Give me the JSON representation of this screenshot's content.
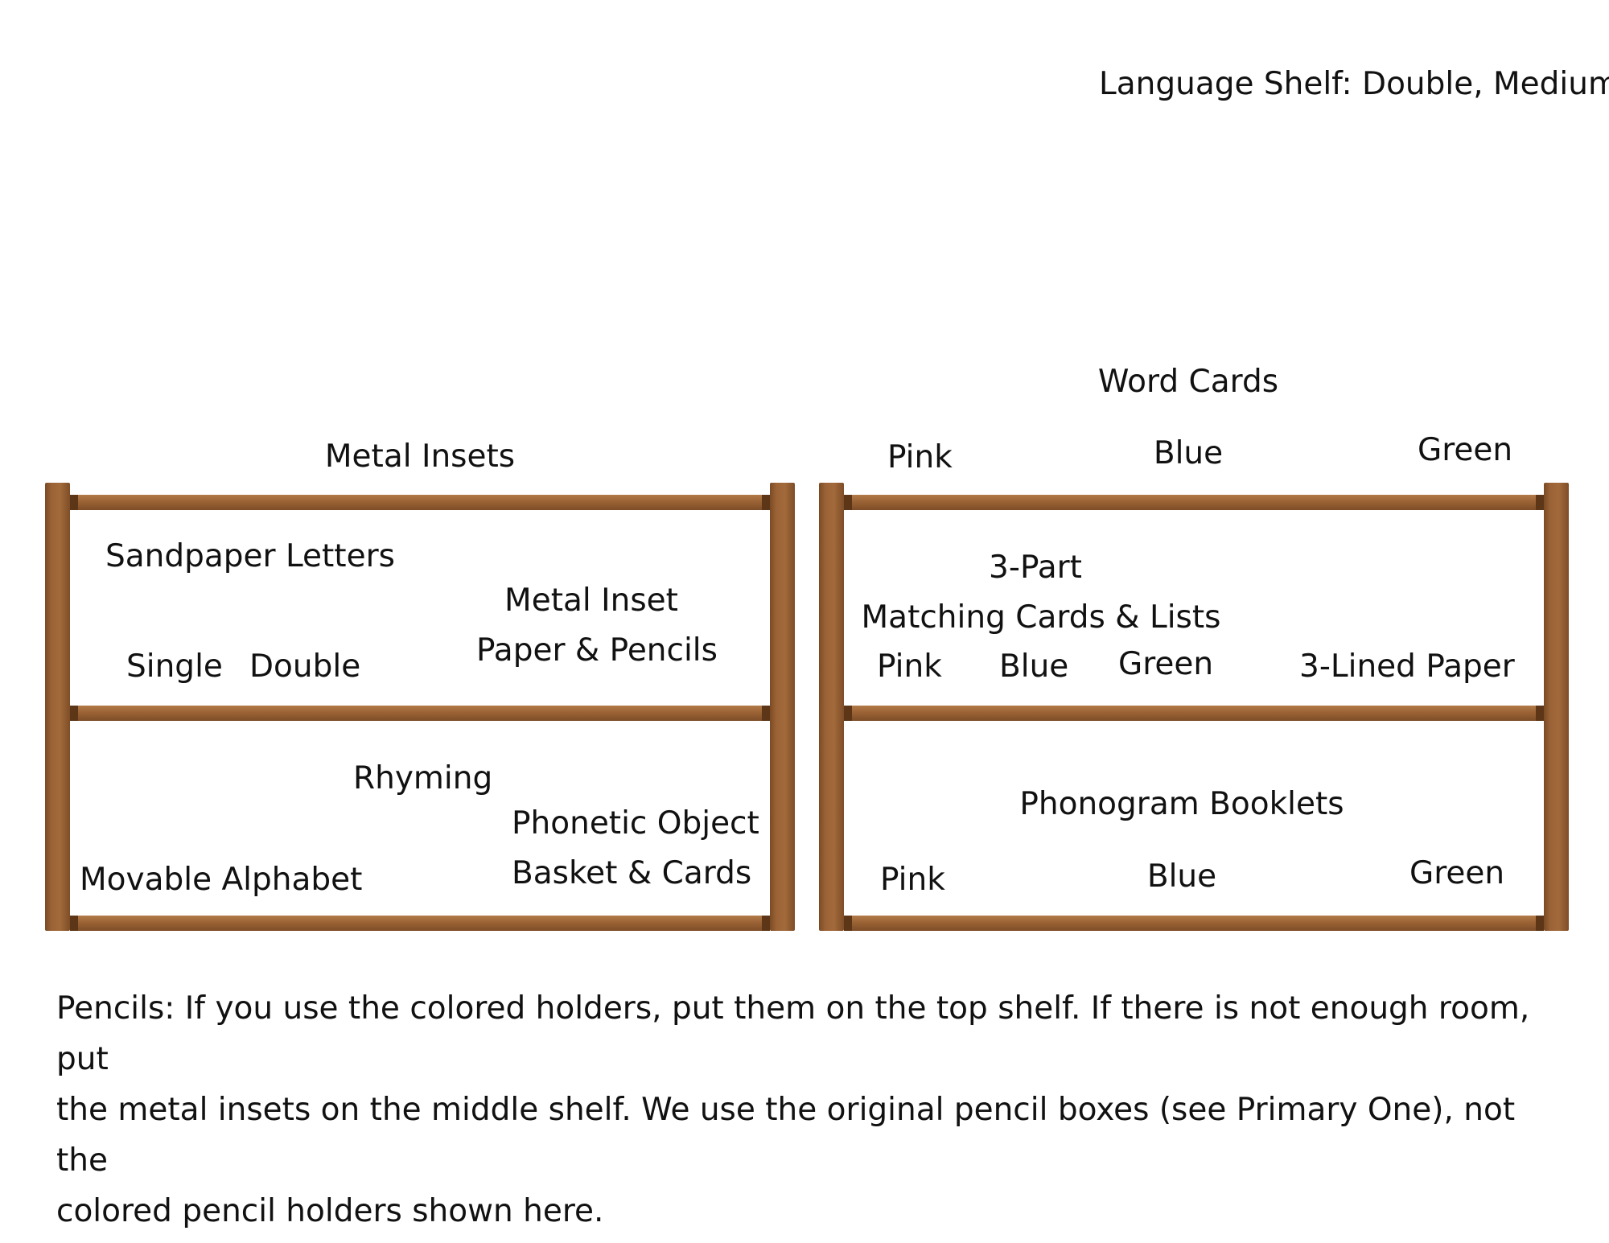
{
  "title": "Language Shelf: Double, Medium",
  "left_shelf": {
    "top_label": "Metal Insets",
    "upper": {
      "sandpaper": "Sandpaper Letters",
      "single": "Single",
      "double": "Double",
      "inset_paper_line1": "Metal Inset",
      "inset_paper_line2": "Paper & Pencils"
    },
    "lower": {
      "rhyming": "Rhyming",
      "phonetic_line1": "Phonetic Object",
      "phonetic_line2": "Basket & Cards",
      "movable": "Movable Alphabet"
    }
  },
  "right_shelf": {
    "word_cards": "Word Cards",
    "top_pink": "Pink",
    "top_blue": "Blue",
    "top_green": "Green",
    "upper": {
      "three_part_line1": "3-Part",
      "three_part_line2": "Matching Cards & Lists",
      "pink": "Pink",
      "blue": "Blue",
      "green": "Green",
      "lined_paper": "3-Lined Paper"
    },
    "lower": {
      "phonogram": "Phonogram Booklets",
      "pink": "Pink",
      "blue": "Blue",
      "green": "Green"
    }
  },
  "note_lines": [
    "Pencils: If you use the colored holders, put them on the top shelf. If there is not enough room, put",
    "the metal insets on the middle shelf. We use the original pencil boxes (see Primary One), not the",
    "colored pencil holders shown here."
  ],
  "colors": {
    "wood_light": "#a36a3b",
    "wood_dark": "#5c3617",
    "text": "#111111"
  }
}
